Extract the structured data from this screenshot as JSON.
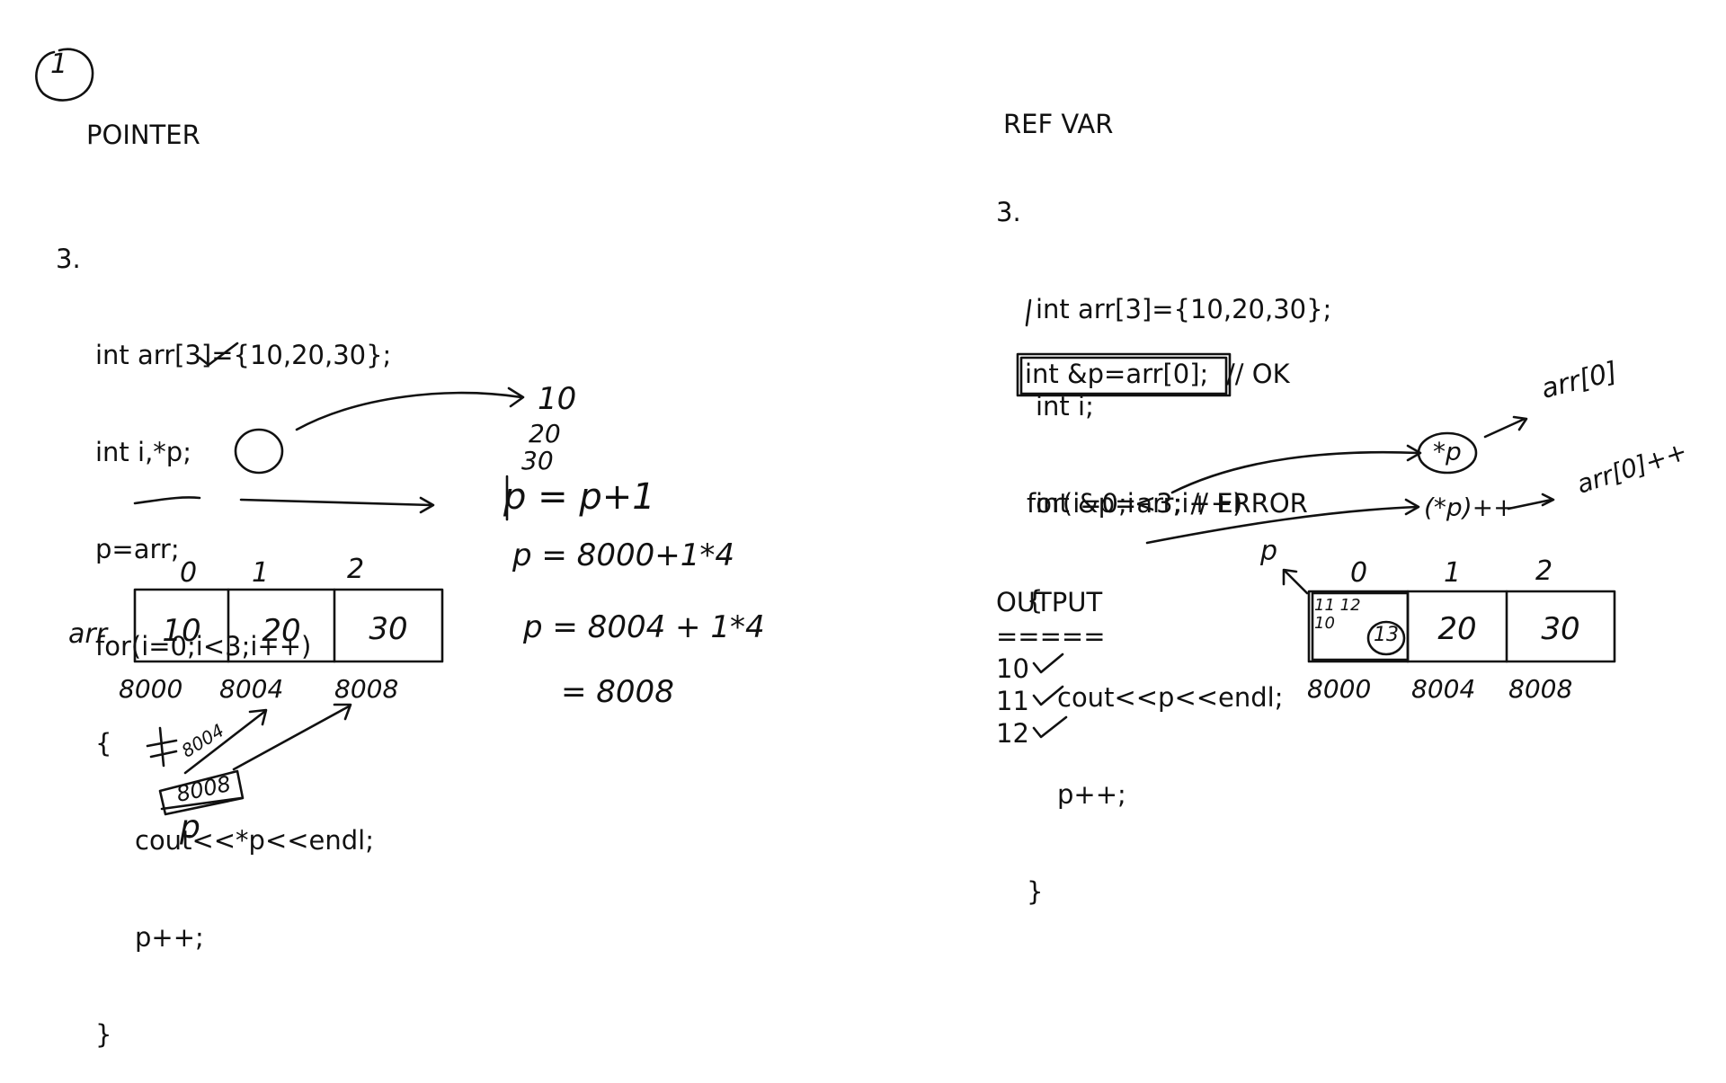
{
  "page_marker": "1",
  "left": {
    "heading": "POINTER",
    "number": "3.",
    "code": [
      "int arr[3]={10,20,30};",
      "int i,*p;",
      "p=arr;",
      "for(i=0;i<3;i++)",
      "{",
      "cout<<*p<<endl;",
      "p++;",
      "}"
    ],
    "outputs": [
      "10",
      "20",
      "30"
    ],
    "math": [
      "p = p+1",
      "p = 8000+1*4",
      "p = 8004 + 1*4",
      "= 8008"
    ],
    "array": {
      "name": "arr",
      "indices": [
        "0",
        "1",
        "2"
      ],
      "values": [
        "10",
        "20",
        "30"
      ],
      "addresses": [
        "8000",
        "8004",
        "8008"
      ]
    },
    "pointer_box": "8008",
    "pointer_name": "p",
    "pointer_history": "8004"
  },
  "right": {
    "heading": "REF VAR",
    "number": "3.",
    "code": [
      "int arr[3]={10,20,30};",
      "int i;",
      "int &p=arr; // ERROR"
    ],
    "boxed_line": "int &p=arr[0];",
    "boxed_comment": "// OK",
    "loop": [
      "for(i=0;i<3;i++)",
      "{",
      "cout<<p<<endl;",
      "p++;",
      "}"
    ],
    "note_p": "*p",
    "note_arr0": "arr[0]",
    "note_inc": "(*p)++",
    "note_arr0_inc": "arr[0]++",
    "output_label": "OUTPUT",
    "output_rule": "=====",
    "outputs": [
      "10",
      "11",
      "12"
    ],
    "array": {
      "indices": [
        "0",
        "1",
        "2"
      ],
      "cell0_history": "11 12 10",
      "cell0_current": "13",
      "values": [
        "20",
        "30"
      ],
      "addresses": [
        "8000",
        "8004",
        "8008"
      ]
    },
    "pointer_name": "p"
  }
}
